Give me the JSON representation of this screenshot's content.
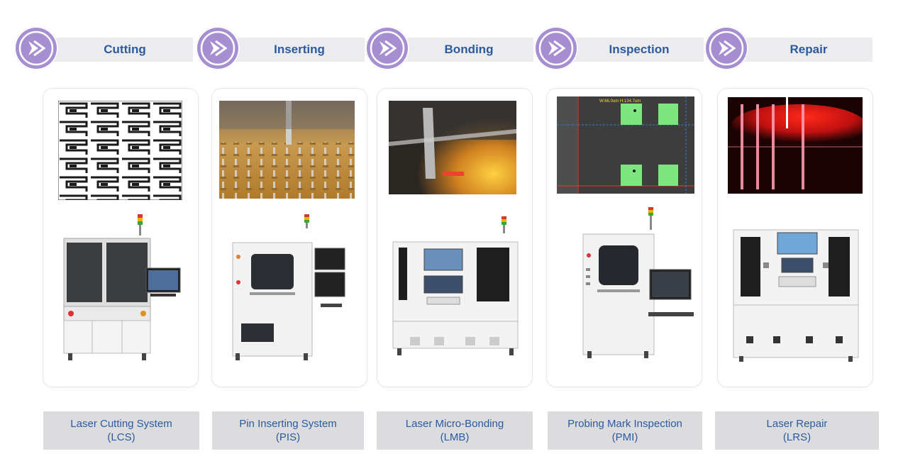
{
  "steps": [
    {
      "label": "Cutting",
      "icon": "chevron-right-icon"
    },
    {
      "label": "Inserting",
      "icon": "chevron-right-icon"
    },
    {
      "label": "Bonding",
      "icon": "chevron-right-icon"
    },
    {
      "label": "Inspection",
      "icon": "chevron-right-icon"
    },
    {
      "label": "Repair",
      "icon": "chevron-right-icon"
    }
  ],
  "systems": [
    {
      "name": "Laser Cutting System",
      "code": "(LCS)"
    },
    {
      "name": "Pin Inserting System",
      "code": "(PIS)"
    },
    {
      "name": "Laser Micro-Bonding",
      "code": "(LMB)"
    },
    {
      "name": "Probing Mark  Inspection",
      "code": "(PMI)"
    },
    {
      "name": "Laser Repair",
      "code": "(LRS)"
    }
  ],
  "inspection_overlay": {
    "line1": "W:66.0um  H:134.7um"
  },
  "colors": {
    "step_circle": "#a68ed0",
    "step_band": "#ececef",
    "label_text": "#2a5aa0",
    "caption_bg": "#dcdcdf"
  }
}
